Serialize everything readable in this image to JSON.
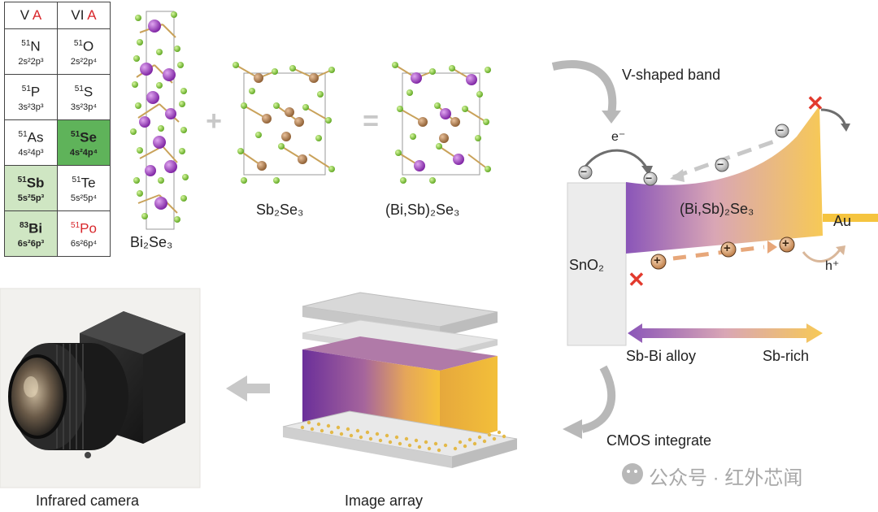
{
  "periodic_table": {
    "headers": [
      {
        "roman": "V",
        "letter": "A"
      },
      {
        "roman": "VI",
        "letter": "A"
      }
    ],
    "rows": [
      [
        {
          "z": "51",
          "el": "N",
          "cfg": "2s²2p³",
          "style": "plain"
        },
        {
          "z": "51",
          "el": "O",
          "cfg": "2s²2p⁴",
          "style": "plain"
        }
      ],
      [
        {
          "z": "51",
          "el": "P",
          "cfg": "3s²3p³",
          "style": "plain"
        },
        {
          "z": "51",
          "el": "S",
          "cfg": "3s²3p⁴",
          "style": "plain"
        }
      ],
      [
        {
          "z": "51",
          "el": "As",
          "cfg": "4s²4p³",
          "style": "plain"
        },
        {
          "z": "51",
          "el": "Se",
          "cfg": "4s²4p⁴",
          "style": "dark"
        }
      ],
      [
        {
          "z": "51",
          "el": "Sb",
          "cfg": "5s²5p³",
          "style": "light"
        },
        {
          "z": "51",
          "el": "Te",
          "cfg": "5s²5p⁴",
          "style": "plain"
        }
      ],
      [
        {
          "z": "83",
          "el": "Bi",
          "cfg": "6s²6p³",
          "style": "light"
        },
        {
          "z": "51",
          "el": "Po",
          "cfg": "6s²6p⁴",
          "style": "red"
        }
      ]
    ]
  },
  "crystals": {
    "bi2se3": "Bi₂Se₃",
    "plus": "+",
    "sb2se3": "Sb₂Se₃",
    "equals": "=",
    "bisb2se3": "(Bi,Sb)₂Se₃"
  },
  "band": {
    "v_shaped": "V-shaped band",
    "electron": "e⁻",
    "hole": "h⁺",
    "sno2": "SnO₂",
    "material": "(Bi,Sb)₂Se₃",
    "au": "Au",
    "alloy_left": "Sb-Bi alloy",
    "alloy_right": "Sb-rich",
    "minus": "−",
    "plus": "+",
    "blocked": "✕"
  },
  "bottom": {
    "cmos": "CMOS integrate",
    "image_array": "Image array",
    "camera": "Infrared camera"
  },
  "watermark": "公众号 · 红外芯闻",
  "colors": {
    "purple": "#7b3fa6",
    "gold": "#f5c43f",
    "electron_gray": "#c8c8c8",
    "hole_orange": "#e7a77a",
    "cross_red": "#e23a2d",
    "se_green": "#5fb35a",
    "sb_light": "#cfe6c3"
  }
}
